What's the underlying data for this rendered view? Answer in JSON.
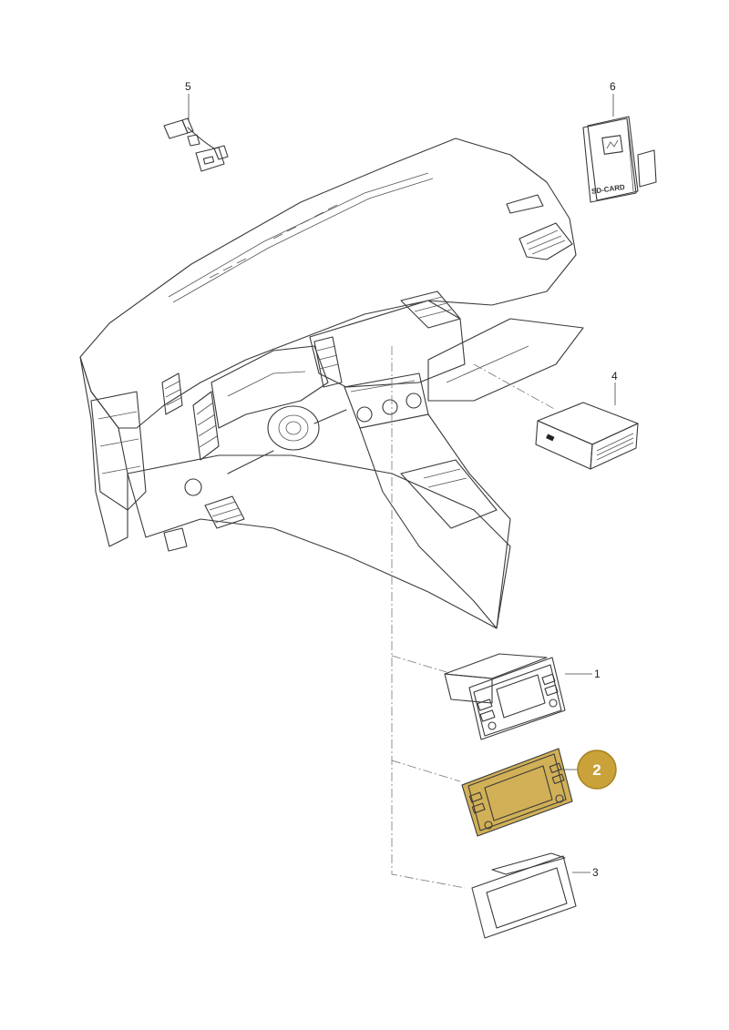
{
  "parts": [
    {
      "callout": "1",
      "name": "radio unit with display"
    },
    {
      "callout": "2",
      "name": "infotainment display unit",
      "highlighted": true
    },
    {
      "callout": "3",
      "name": "touchscreen display"
    },
    {
      "callout": "4",
      "name": "control unit box"
    },
    {
      "callout": "5",
      "name": "usb cable adapter"
    },
    {
      "callout": "6",
      "name": "sd card package",
      "label": "SD-CARD"
    }
  ],
  "colors": {
    "line": "#3a3a3a",
    "surface_light": "#eef6fb",
    "surface_mid": "#d6e6f0",
    "surface_dark": "#b9cfdc",
    "highlight": "#c9a23a",
    "badge": "#c9a23a",
    "device_dark": "#5b6168",
    "screen": "#b9b99b"
  }
}
